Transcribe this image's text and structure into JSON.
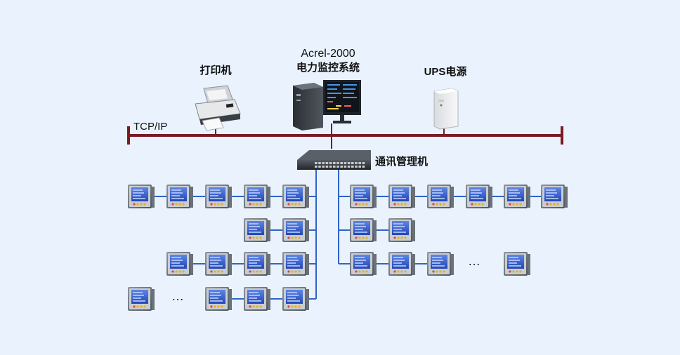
{
  "network": {
    "bus_label": "TCP/IP",
    "printer_label": "打印机",
    "system_label_line1": "Acrel-2000",
    "system_label_line2": "电力监控系统",
    "ups_label": "UPS电源",
    "switch_label": "通讯管理机",
    "ellipsis": "…"
  },
  "colors": {
    "background": "#eaf3fd",
    "bus": "#7a1a24",
    "link": "#2f64c8",
    "meter_screen": "#2a57c9"
  },
  "icons": [
    "printer-icon",
    "computer-icon",
    "monitor-icon",
    "ups-icon",
    "switch-icon",
    "power-meter-icon"
  ]
}
